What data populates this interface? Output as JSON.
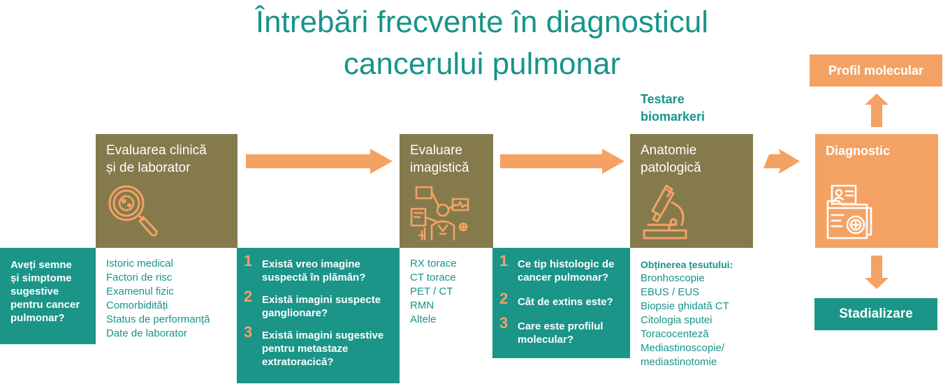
{
  "title": {
    "line1": "Întrebări frecvente în diagnosticul",
    "line2": "cancerului pulmonar"
  },
  "colors": {
    "teal": "#1a9588",
    "olive": "#857a4c",
    "orange": "#f4a264",
    "title": "#17948a"
  },
  "intro": {
    "text": [
      "Aveți semne",
      "și simptome",
      "sugestive",
      "pentru cancer",
      "pulmonar?"
    ]
  },
  "clinical": {
    "heading": [
      "Evaluarea clinică",
      "și de laborator"
    ],
    "icon": "magnifier-icon",
    "items": [
      "Istoric medical",
      "Factori de risc",
      "Examenul fizic",
      "Comorbidități",
      "Status de performanță",
      "Date de laborator"
    ]
  },
  "imaging_questions": [
    {
      "num": "1",
      "text": [
        "Există vreo imagine",
        "suspectă în plămân?"
      ]
    },
    {
      "num": "2",
      "text": [
        "Există imagini suspecte",
        "ganglionare?"
      ]
    },
    {
      "num": "3",
      "text": [
        "Există imagini sugestive",
        "pentru metastaze",
        "extratoracică?"
      ]
    }
  ],
  "imaging": {
    "heading": [
      "Evaluare",
      "imagistică"
    ],
    "icon": "imaging-icon",
    "items": [
      "RX torace",
      "CT torace",
      "PET / CT",
      "RMN",
      "Altele"
    ]
  },
  "pathology_questions": [
    {
      "num": "1",
      "text": [
        "Ce tip histologic de",
        "cancer pulmonar?"
      ]
    },
    {
      "num": "2",
      "text": [
        "Cât de extins este?"
      ]
    },
    {
      "num": "3",
      "text": [
        "Care este profilul",
        "molecular?"
      ]
    }
  ],
  "biomarker_label": [
    "Testare",
    "biomarkeri"
  ],
  "pathology": {
    "heading": [
      "Anatomie",
      "patologică"
    ],
    "icon": "microscope-icon",
    "subtitle": "Obținerea țesutului:",
    "items": [
      "Bronhoscopie",
      "EBUS / EUS",
      "Biopsie ghidată CT",
      "Citologia sputei",
      "Toracocenteză",
      "Mediastinoscopie/",
      "mediastinotomie"
    ]
  },
  "diagnostic": {
    "heading": "Diagnostic",
    "icon": "medical-folder-icon"
  },
  "molecular_profile": "Profil molecular",
  "staging": "Stadializare"
}
